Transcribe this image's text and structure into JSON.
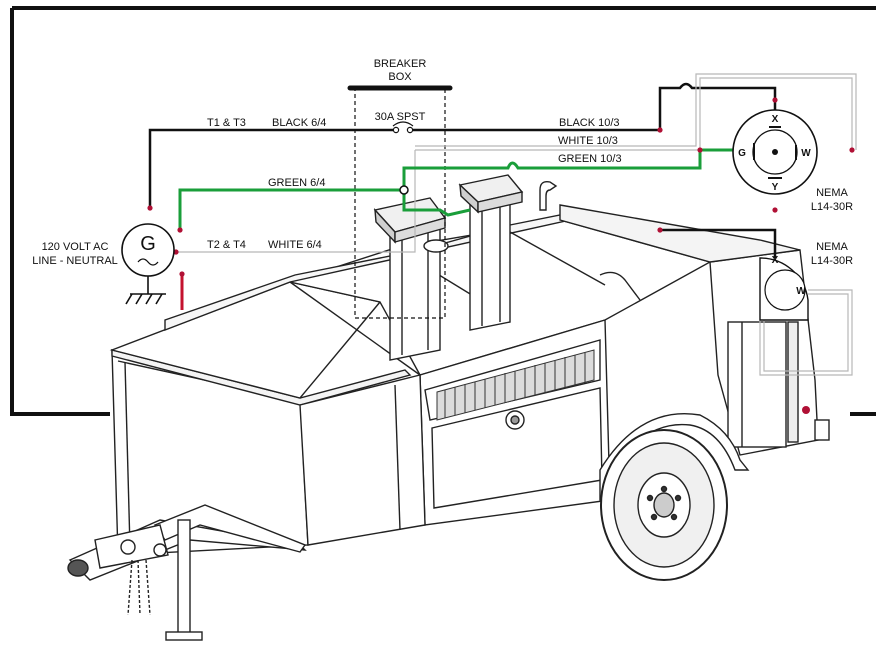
{
  "breaker": {
    "title_line1": "BREAKER",
    "title_line2": "BOX",
    "rating": "30A SPST"
  },
  "generator": {
    "symbol": "G",
    "label_line1": "120 VOLT AC",
    "label_line2": "LINE - NEUTRAL"
  },
  "wires": {
    "terminals_1": "T1 & T3",
    "black_in": "BLACK 6/4",
    "green_in": "GREEN 6/4",
    "terminals_2": "T2 & T4",
    "white_in": "WHITE 6/4",
    "black_out": "BLACK 10/3",
    "white_out": "WHITE 10/3",
    "green_out": "GREEN 10/3"
  },
  "receptacles": [
    {
      "line1": "NEMA",
      "line2": "L14-30R",
      "pin_x": "X",
      "pin_y": "Y",
      "pin_g": "G",
      "pin_w": "W"
    },
    {
      "line1": "NEMA",
      "line2": "L14-30R",
      "pin_x": "X",
      "pin_w": "W"
    }
  ],
  "colors": {
    "black_wire": "#111111",
    "green_wire": "#1a9e3a",
    "white_wire": "#b8b8b8",
    "ground_wire": "#c4122f",
    "terminal_dot": "#b01035"
  }
}
